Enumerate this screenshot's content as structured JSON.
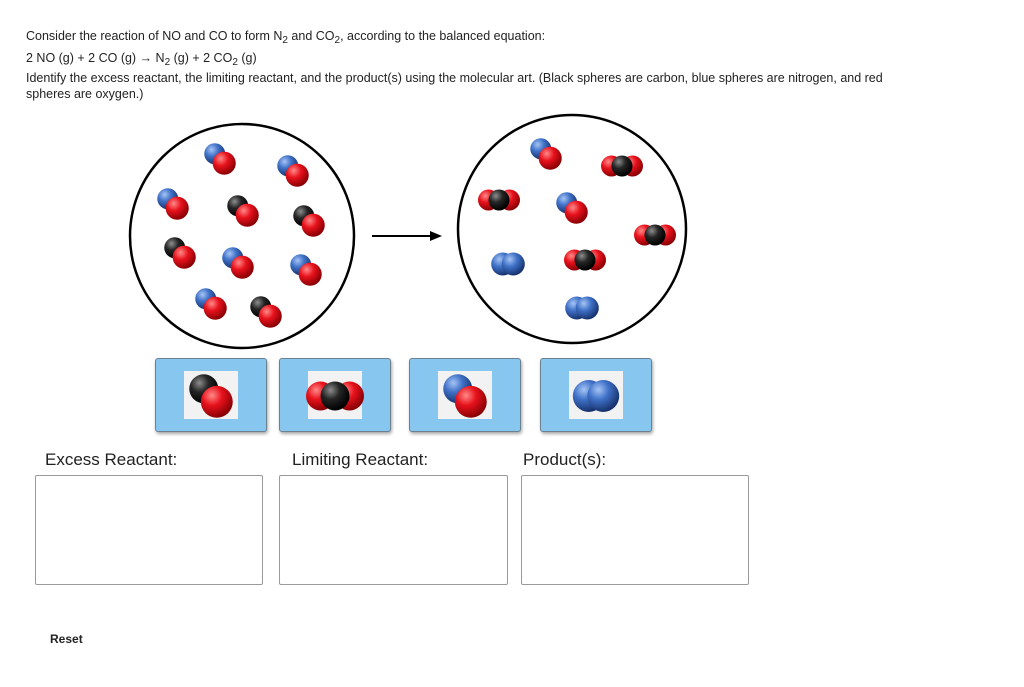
{
  "question": {
    "intro_a": "Consider the reaction of NO and CO to form N",
    "intro_sub1": "2",
    "intro_b": " and CO",
    "intro_sub2": "2",
    "intro_c": ", according to the balanced equation:",
    "eq_a": "2 NO (g) + 2 CO (g) → N",
    "eq_sub1": "2",
    "eq_b": " (g) + 2 CO",
    "eq_sub2": "2",
    "eq_c": " (g)",
    "instructions": "Identify the excess reactant, the limiting reactant, and the product(s) using the molecular art. (Black spheres are carbon, blue spheres are nitrogen, and red spheres are oxygen.)"
  },
  "colors": {
    "carbon": "#1e1e1e",
    "nitrogen": "#3f6ec6",
    "oxygen": "#e0141e",
    "tile": "#87c6ef"
  },
  "scene": {
    "reactant_molecules": [
      "NO",
      "NO",
      "NO",
      "CO",
      "CO",
      "CO",
      "NO",
      "NO",
      "NO",
      "CO"
    ],
    "product_molecules": [
      "NO",
      "CO2",
      "CO2",
      "NO",
      "CO2",
      "N2",
      "CO2",
      "N2"
    ],
    "arrow": "reaction-arrow"
  },
  "tiles": [
    {
      "molecule": "CO",
      "name": "tile-co"
    },
    {
      "molecule": "CO2",
      "name": "tile-co2"
    },
    {
      "molecule": "NO",
      "name": "tile-no"
    },
    {
      "molecule": "N2",
      "name": "tile-n2"
    }
  ],
  "zones": {
    "excess_label": "Excess Reactant:",
    "limiting_label": "Limiting Reactant:",
    "products_label": "Product(s):"
  },
  "reset_label": "Reset"
}
